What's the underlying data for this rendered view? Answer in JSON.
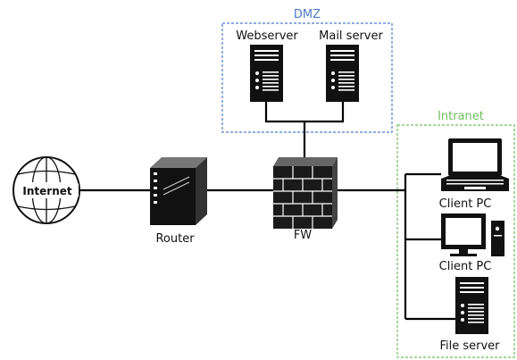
{
  "zones": {
    "dmz": {
      "label": "DMZ",
      "color": "#4a7cc9"
    },
    "intranet": {
      "label": "Intranet",
      "color": "#6bbf59"
    }
  },
  "nodes": {
    "internet": {
      "label": "Internet",
      "icon": "globe-icon"
    },
    "router": {
      "label": "Router",
      "icon": "router-icon"
    },
    "firewall": {
      "label": "FW",
      "icon": "firewall-icon"
    },
    "webserver": {
      "label": "Webserver",
      "icon": "server-tower-icon"
    },
    "mailserver": {
      "label": "Mail server",
      "icon": "server-tower-icon"
    },
    "client_pc_1": {
      "label": "Client PC",
      "icon": "laptop-icon"
    },
    "client_pc_2": {
      "label": "Client PC",
      "icon": "desktop-pc-icon"
    },
    "file_server": {
      "label": "File server",
      "icon": "server-tower-icon"
    }
  },
  "colors": {
    "line": "#000000",
    "device": "#111111"
  }
}
